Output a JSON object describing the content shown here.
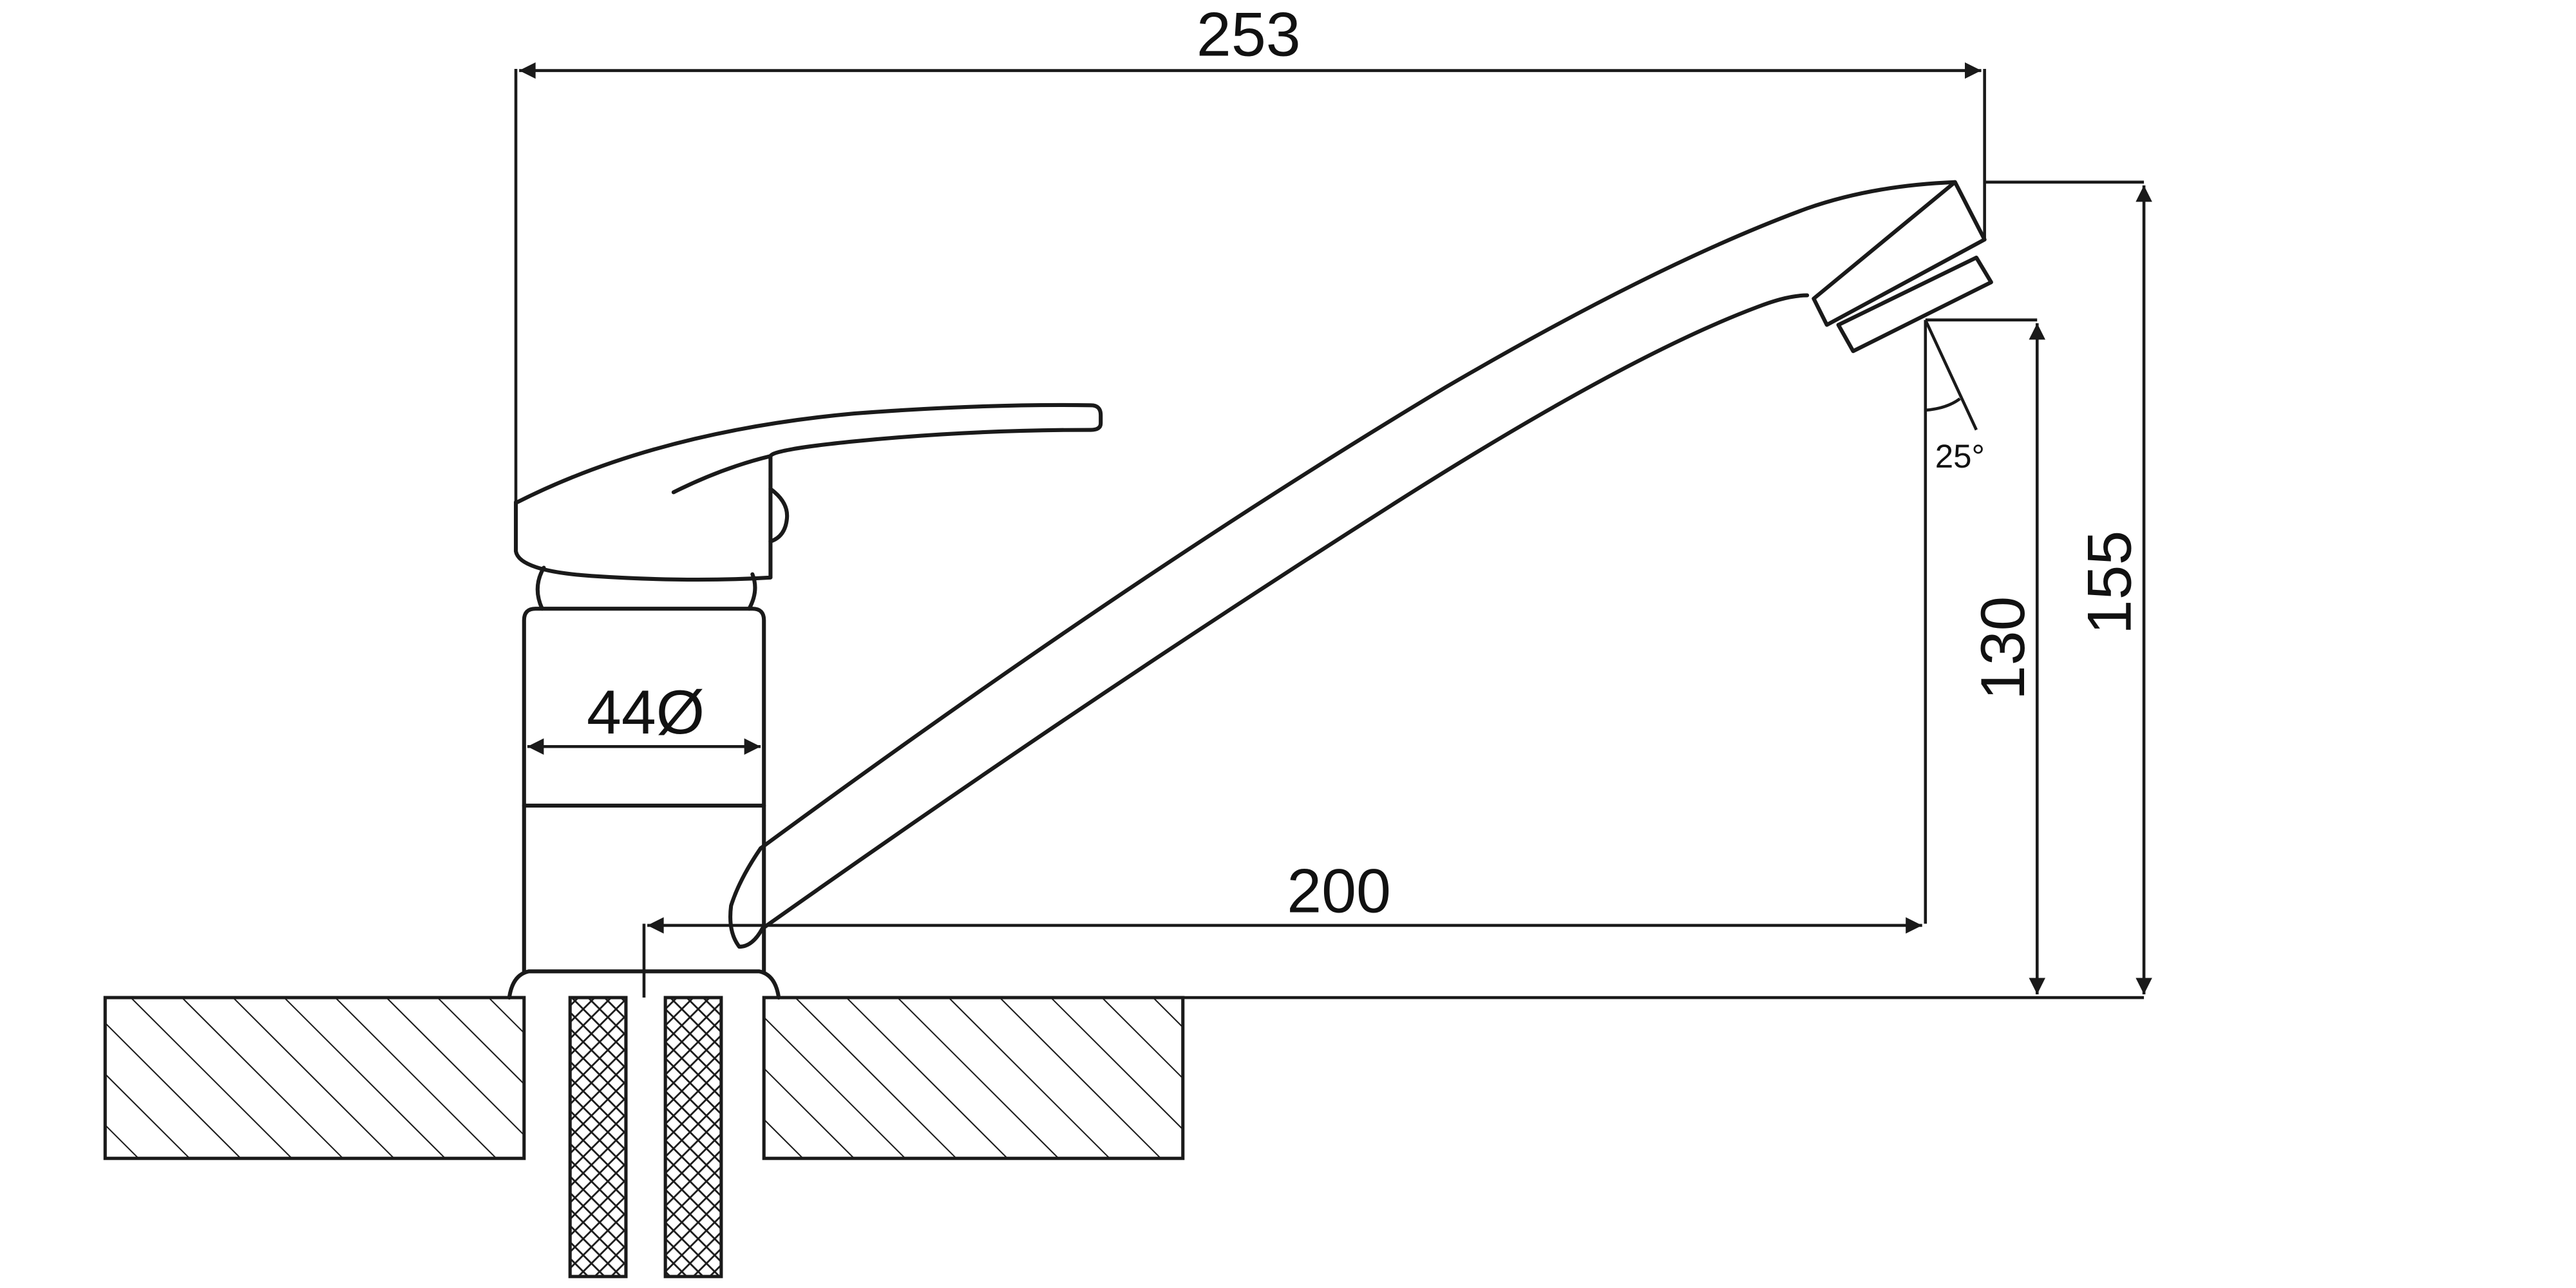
{
  "drawing": {
    "dimensions": {
      "overall_reach": "253",
      "spout_reach": "200",
      "body_diameter": "44Ø",
      "spout_outlet_height": "130",
      "overall_height": "155",
      "outlet_angle": "25°"
    }
  }
}
